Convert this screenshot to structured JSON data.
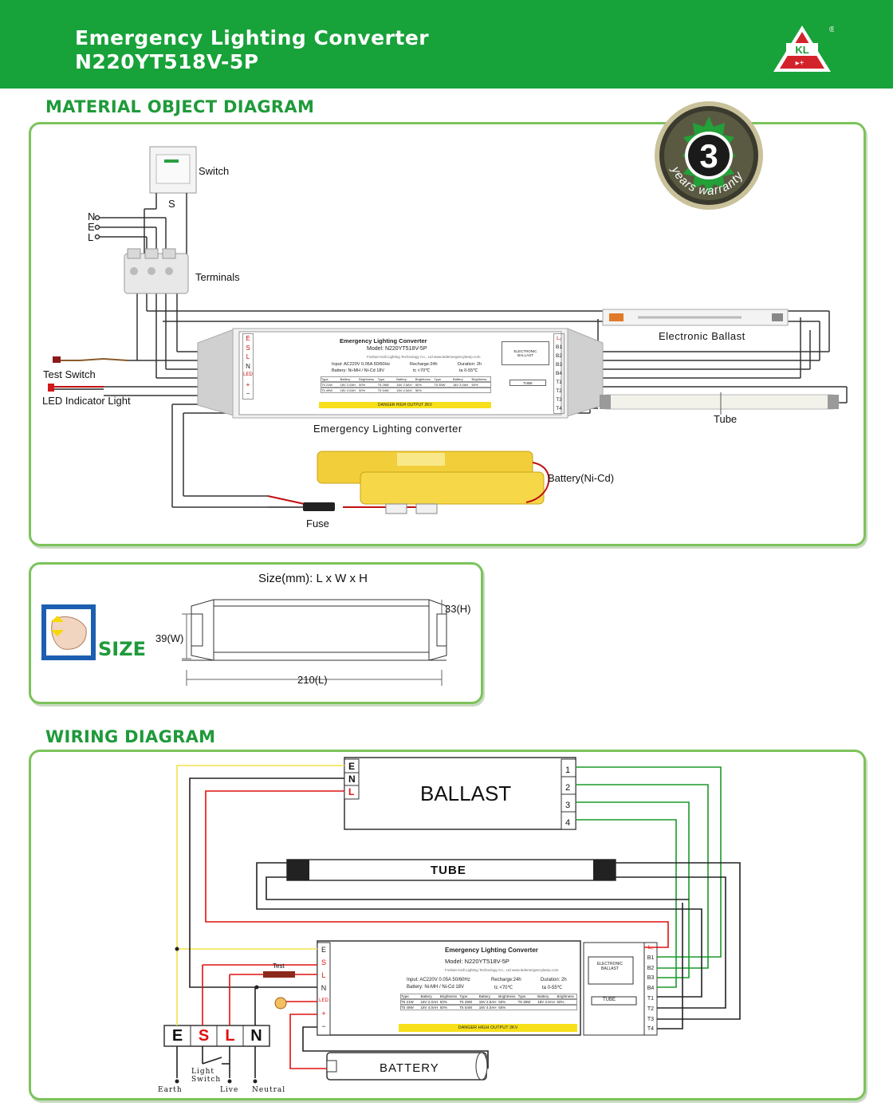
{
  "header": {
    "title_line1": "Emergency Lighting Converter",
    "title_line2": "N220YT518V-5P",
    "logo_text": "KL",
    "logo_mark": "®"
  },
  "warranty": {
    "number": "3",
    "text": "years warranty"
  },
  "material_section": {
    "title": "MATERIAL OBJECT DIAGRAM",
    "labels": {
      "switch": "Switch",
      "s": "S",
      "n": "N",
      "e": "E",
      "l": "L",
      "terminals": "Terminals",
      "test_switch": "Test Switch",
      "led_indicator": "LED Indicator Light",
      "converter": "Emergency  Lighting  converter",
      "ballast": "Electronic  Ballast",
      "tube": "Tube",
      "battery": "Battery(Ni-Cd)",
      "fuse": "Fuse"
    }
  },
  "converter_label": {
    "title": "Emergency Lighting Converter",
    "model": "Model:  N220YT518V-5P",
    "company": "Foshan Kaili Lighting Technology Co., Ltd   www.ledemergencylamp.com",
    "input": "Input: AC220V  0.05A  50/60Hz",
    "recharge": "Recharge:24h",
    "duration": "Duration: 2h",
    "battery_spec": "Battery:  Ni-MH / Ni-Cd  18V",
    "tc": "tc <70℃",
    "ta": "ta  0-55℃",
    "table_header": [
      "Type",
      "Battery",
      "Brightness",
      "Type",
      "Battery",
      "Brightness",
      "Type",
      "Battery",
      "Brightness"
    ],
    "table_rows": [
      [
        "T5 21W",
        "18V 2.0AH",
        "50%",
        "T5 28W",
        "18V 2.5AH",
        "50%",
        "T5 35W",
        "18V 3.0AH",
        "50%"
      ],
      [
        "T5 49W",
        "18V 4.0AH",
        "50%",
        "T5 54W",
        "18V 4.0AH",
        "50%",
        "",
        "",
        ""
      ]
    ],
    "danger": "DANGER  HIGH OUTPUT 2KV",
    "left_terminals": [
      "E",
      "S",
      "L",
      "N",
      "LED",
      "+",
      "−"
    ],
    "right_terminals": [
      "L₁",
      "B1",
      "B2",
      "B3",
      "B4",
      "T1",
      "T2",
      "T3",
      "T4"
    ],
    "inner_ballast": "ELECTRONIC\nBALLAST",
    "inner_tube": "TUBE"
  },
  "size_section": {
    "caption": "Size(mm): L x W x H",
    "word": "SIZE",
    "height": "33(H)",
    "width": "39(W)",
    "length": "210(L)"
  },
  "wiring_section": {
    "title": "WIRING DIAGRAM",
    "ballast": "BALLAST",
    "ballast_left": [
      "E",
      "N",
      "L"
    ],
    "ballast_right": [
      "1",
      "2",
      "3",
      "4"
    ],
    "tube": "TUBE",
    "battery": "BATTERY",
    "test": "Test",
    "eslN": [
      "E",
      "S",
      "L",
      "N"
    ],
    "light_switch": "Light\nSwitch",
    "earth": "Earth",
    "live": "Live",
    "neutral": "Neutral",
    "inner_ballast": "ELECTRONIC BALLAST",
    "inner_tube": "TUBE"
  },
  "colors": {
    "green": "#18a23a",
    "border": "#7cc35a",
    "wire_red": "#e01010",
    "wire_green": "#1a9a2a",
    "wire_yellow": "#f2e24a",
    "danger_yellow": "#f7e01a"
  }
}
